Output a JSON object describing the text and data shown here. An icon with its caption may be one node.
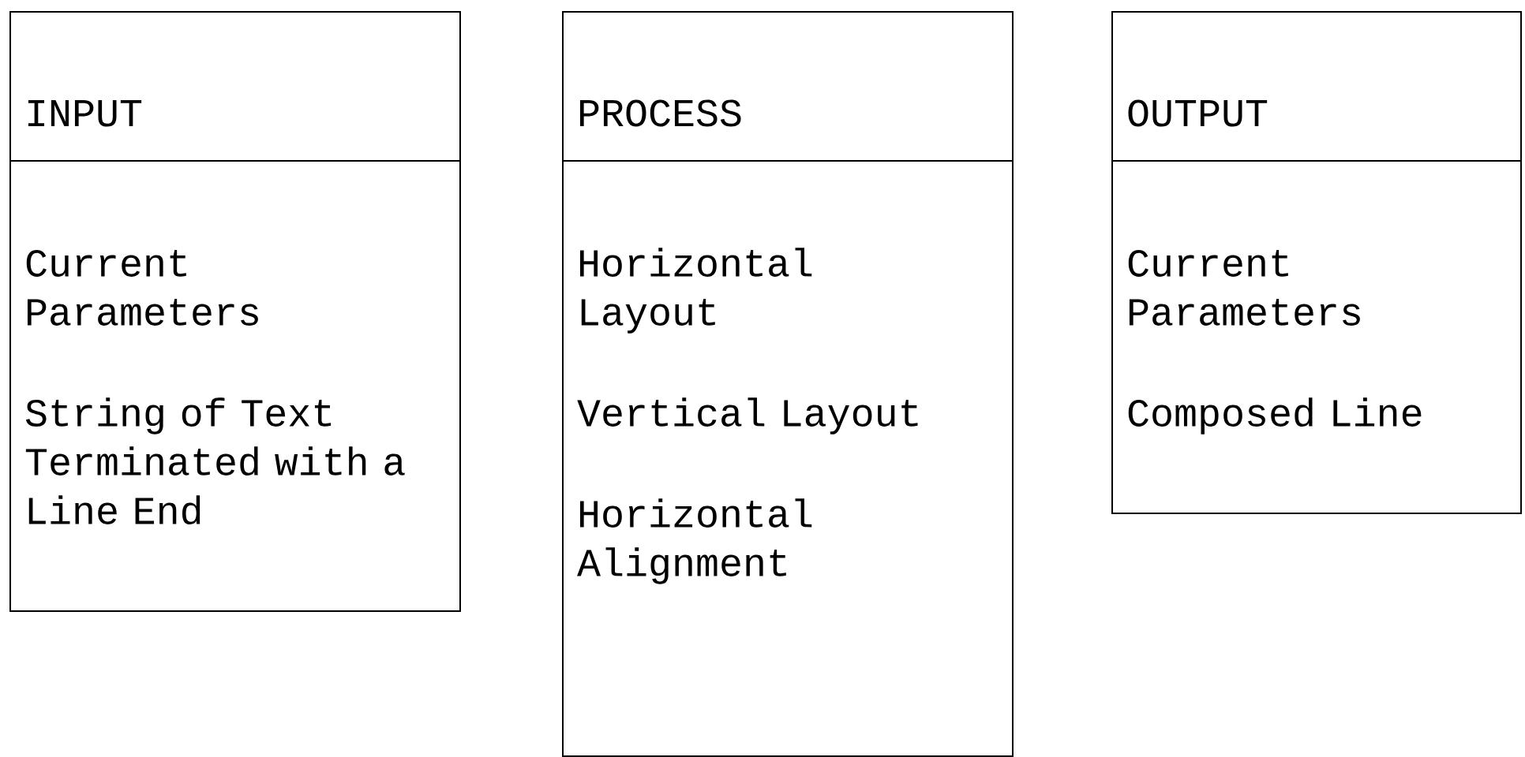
{
  "diagram": {
    "nodes": [
      {
        "text": [
          "INPUT",
          "Current Parameters",
          "String of Text Terminated with a Line End"
        ]
      },
      {
        "text": [
          "PROCESS",
          "Horizontal Layout",
          "Vertical Layout",
          "Horizontal Alignment"
        ]
      },
      {
        "text": [
          "OUTPUT",
          "Current Parameters",
          "Composed Line"
        ]
      }
    ]
  }
}
